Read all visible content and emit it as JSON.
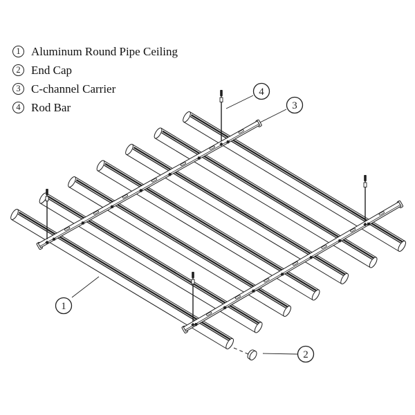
{
  "colors": {
    "background": "#ffffff",
    "line": "#1f1f1f",
    "text": "#111111"
  },
  "legend": {
    "items": [
      {
        "num": "1",
        "label": "Aluminum Round Pipe Ceiling"
      },
      {
        "num": "2",
        "label": "End Cap"
      },
      {
        "num": "3",
        "label": "C-channel Carrier"
      },
      {
        "num": "4",
        "label": "Rod Bar"
      }
    ]
  },
  "callouts": [
    {
      "num": "1",
      "part": "aluminum-round-pipe-ceiling"
    },
    {
      "num": "2",
      "part": "end-cap"
    },
    {
      "num": "3",
      "part": "c-channel-carrier"
    },
    {
      "num": "4",
      "part": "rod-bar"
    }
  ]
}
